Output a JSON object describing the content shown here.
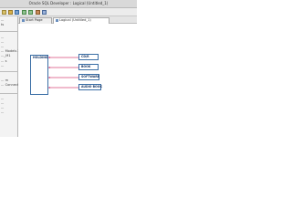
{
  "window": {
    "title": "Oracle SQL Developer : Logical (Untitled_1)"
  },
  "toolbar": {
    "icons": [
      "new-icon",
      "open-icon",
      "save-icon",
      "undo-icon",
      "redo-icon",
      "refresh-icon",
      "zoom-icon"
    ]
  },
  "left_panel": {
    "items": [
      "...",
      "ts",
      "...",
      "",
      "...",
      "...",
      "... Models 2",
      "..._M1",
      "... s",
      "...",
      "... m",
      "... Connections",
      "...",
      "...",
      "...",
      "..."
    ]
  },
  "tabs": [
    {
      "label": "Start Page",
      "active": false
    },
    {
      "label": "Logical (Untitled_1)",
      "active": true
    }
  ],
  "diagram": {
    "entities": [
      {
        "id": "main",
        "label": "HOLDING"
      },
      {
        "id": "e1",
        "label": "CD/R"
      },
      {
        "id": "e2",
        "label": "BOOK"
      },
      {
        "id": "e3",
        "label": "SOFTWARE"
      },
      {
        "id": "e4",
        "label": "AUDIO BOOK"
      }
    ],
    "colors": {
      "entity_border": "#3a6ea5",
      "link": "#d94a7a"
    }
  }
}
